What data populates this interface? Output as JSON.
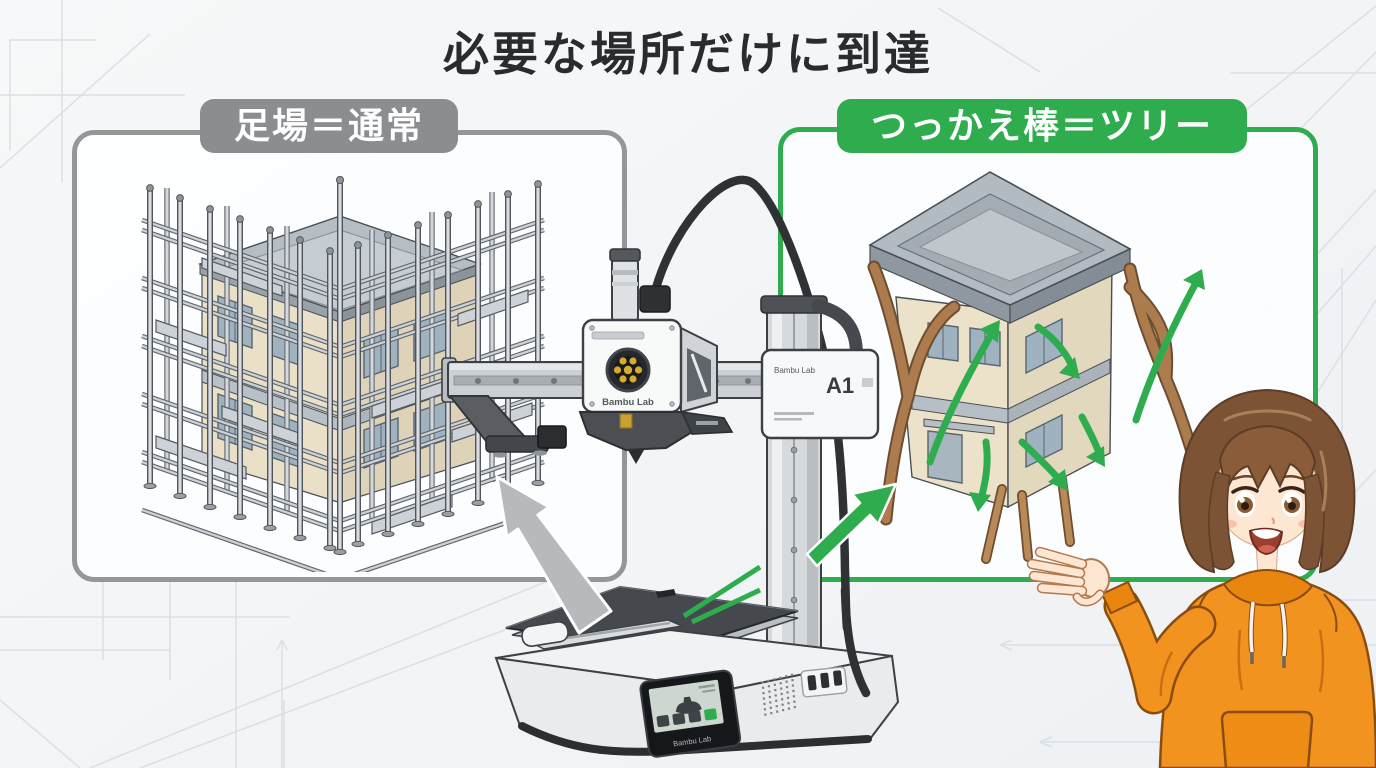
{
  "title": "必要な場所だけに到達",
  "panels": {
    "left": {
      "label": "足場＝通常"
    },
    "right": {
      "label": "つっかえ棒＝ツリー"
    }
  },
  "printer": {
    "toolhead_brand": "Bambu Lab",
    "gantry_brand": "Bambu Lab",
    "gantry_model": "A1",
    "screen_brand": "Bambu Lab",
    "screen_icon": "benchy-icon"
  },
  "icons": {
    "left_scene": "scaffold-building-illustration",
    "right_scene": "tree-support-building-illustration",
    "center": "bambu-a1-printer-illustration",
    "gray_arrow": "gray-arrow-icon",
    "green_arrows": "green-arrow-icon",
    "person": "presenter-character-illustration"
  },
  "colors": {
    "accent_green": "#2fad4e",
    "label_gray": "#8b8e91",
    "panel_border_gray": "#93979b",
    "stage_bg": "#f2f4f6",
    "arrow_gray": "#b6babd",
    "support_brown": "#ad7c4e",
    "wall_cream": "#e9e0c7",
    "roof_gray": "#b2bac2",
    "bed_dark": "#45494e",
    "hoodie_orange": "#f2921f",
    "hair_brown": "#7d5336"
  }
}
